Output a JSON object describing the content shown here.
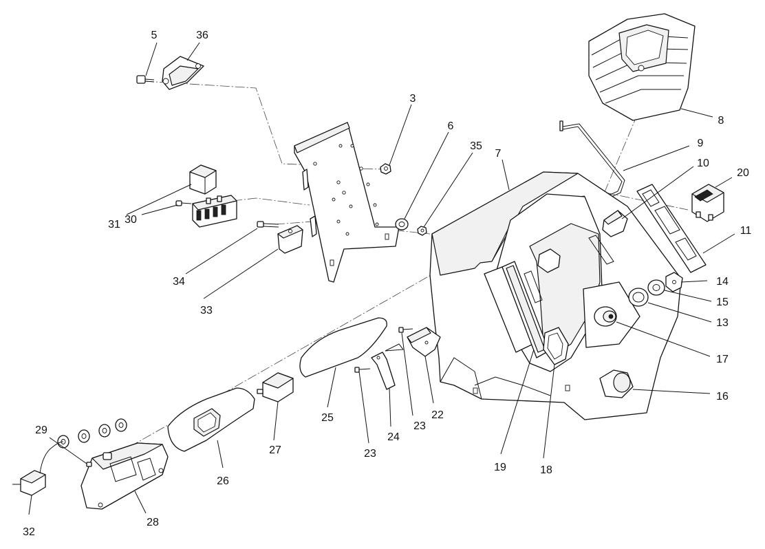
{
  "callouts": [
    {
      "id": "5",
      "label": "5"
    },
    {
      "id": "36",
      "label": "36"
    },
    {
      "id": "3",
      "label": "3"
    },
    {
      "id": "6",
      "label": "6"
    },
    {
      "id": "35",
      "label": "35"
    },
    {
      "id": "7",
      "label": "7"
    },
    {
      "id": "8",
      "label": "8"
    },
    {
      "id": "9",
      "label": "9"
    },
    {
      "id": "10",
      "label": "10"
    },
    {
      "id": "20",
      "label": "20"
    },
    {
      "id": "11",
      "label": "11"
    },
    {
      "id": "14",
      "label": "14"
    },
    {
      "id": "15",
      "label": "15"
    },
    {
      "id": "13",
      "label": "13"
    },
    {
      "id": "17",
      "label": "17"
    },
    {
      "id": "16",
      "label": "16"
    },
    {
      "id": "31",
      "label": "31"
    },
    {
      "id": "30",
      "label": "30"
    },
    {
      "id": "34",
      "label": "34"
    },
    {
      "id": "33",
      "label": "33"
    },
    {
      "id": "25",
      "label": "25"
    },
    {
      "id": "27",
      "label": "27"
    },
    {
      "id": "23a",
      "label": "23"
    },
    {
      "id": "24",
      "label": "24"
    },
    {
      "id": "23b",
      "label": "23"
    },
    {
      "id": "22",
      "label": "22"
    },
    {
      "id": "19",
      "label": "19"
    },
    {
      "id": "18",
      "label": "18"
    },
    {
      "id": "29",
      "label": "29"
    },
    {
      "id": "26",
      "label": "26"
    },
    {
      "id": "28",
      "label": "28"
    },
    {
      "id": "32",
      "label": "32"
    }
  ]
}
